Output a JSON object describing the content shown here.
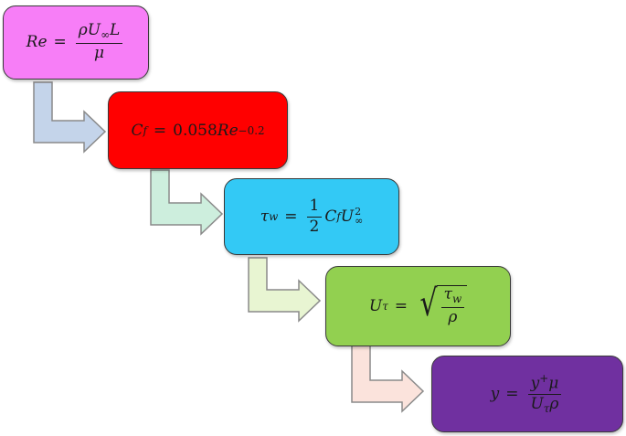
{
  "diagram": {
    "steps": [
      {
        "id": "reynolds",
        "lhs": "Re",
        "eq": "=",
        "num_a": "ρU",
        "num_sub": "∞",
        "num_b": "L",
        "den": "μ",
        "fill": "#f77ef7"
      },
      {
        "id": "skin-friction",
        "lhs": "C",
        "lhs_sub": "f",
        "eq": "=",
        "coef": "0.058",
        "var": "Re",
        "exp": "−0.2",
        "fill": "#ff0000"
      },
      {
        "id": "wall-shear",
        "lhs": "τ",
        "lhs_sub": "w",
        "eq": "=",
        "frac_num": "1",
        "frac_den": "2",
        "c": "C",
        "c_sub": "f",
        "u": "U",
        "u_sup": "2",
        "u_sub": "∞",
        "fill": "#33c9f5"
      },
      {
        "id": "friction-velocity",
        "lhs": "U",
        "lhs_sub": "τ",
        "eq": "=",
        "num": "τ",
        "num_sub": "w",
        "den": "ρ",
        "fill": "#92d050"
      },
      {
        "id": "wall-distance",
        "lhs": "y",
        "eq": "=",
        "num_a": "y",
        "num_sup": "+",
        "num_b": "μ",
        "den_a": "U",
        "den_sub": "τ",
        "den_b": "ρ",
        "fill": "#7030a0"
      }
    ],
    "arrow_fills": [
      "#c4d4ea",
      "#cdeedd",
      "#e8f5d2",
      "#fbe3dc"
    ],
    "arrow_stroke": "#8a8a8a"
  }
}
